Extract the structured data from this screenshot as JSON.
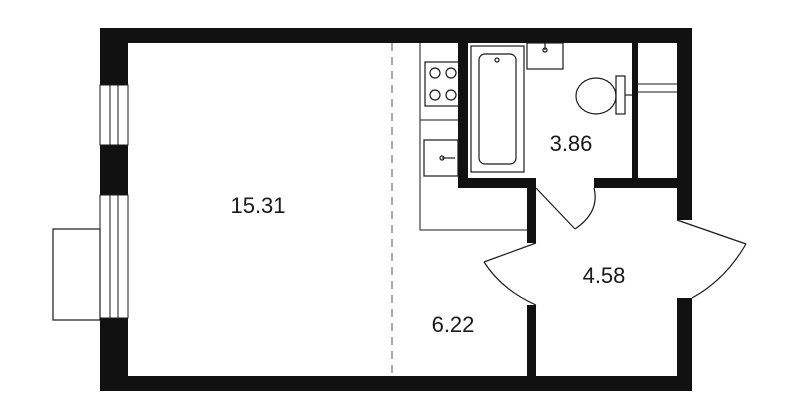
{
  "colors": {
    "wall": "#111111",
    "line": "#1a1a1a",
    "background": "#ffffff"
  },
  "rooms": [
    {
      "id": "living-room",
      "area": "15.31"
    },
    {
      "id": "kitchen",
      "area": "6.22"
    },
    {
      "id": "bathroom",
      "area": "3.86"
    },
    {
      "id": "hallway",
      "area": "4.58"
    }
  ]
}
